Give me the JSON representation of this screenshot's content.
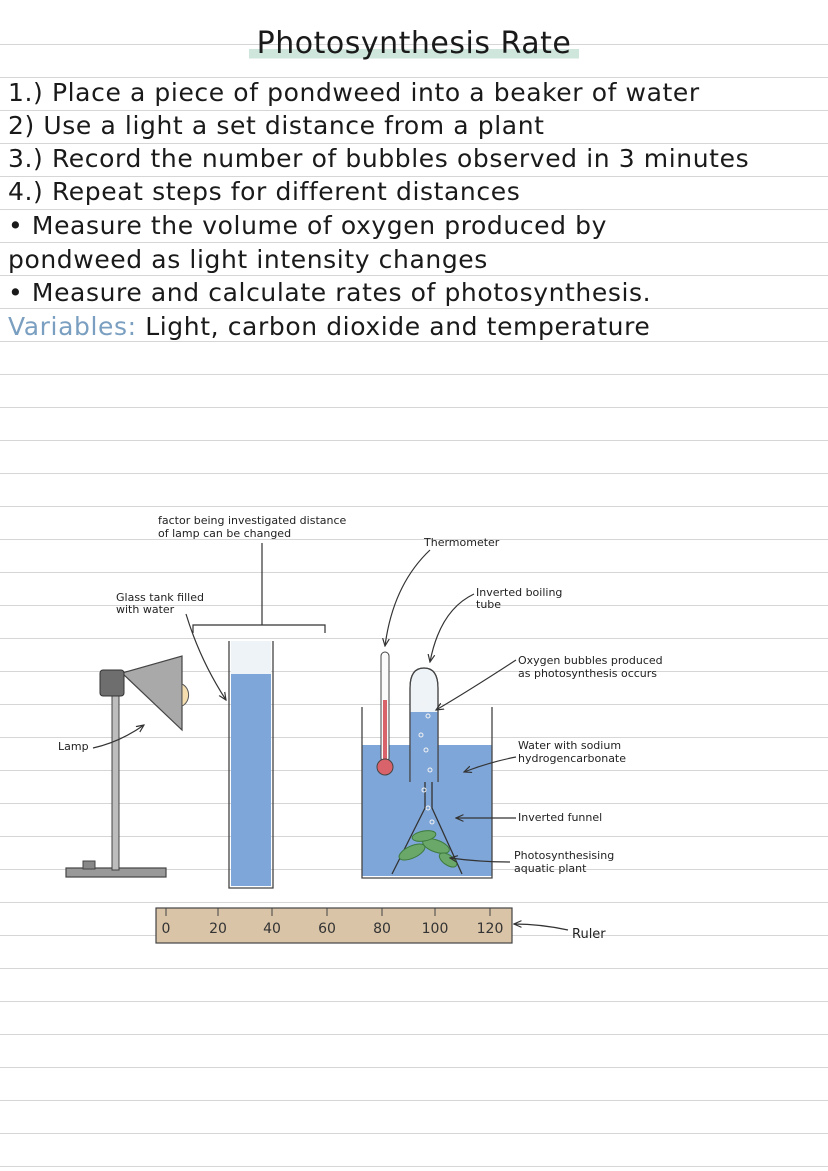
{
  "title": "Photosynthesis Rate",
  "steps": [
    "1.) Place a piece of pondweed into a beaker of water",
    "2) Use a light a set distance from a plant",
    "3.) Record the number of bubbles observed in 3 minutes",
    "4.) Repeat steps for different distances"
  ],
  "bullets": [
    "• Measure the volume of oxygen produced by",
    "pondweed as light intensity changes",
    "• Measure and calculate rates of photosynthesis."
  ],
  "variables": {
    "label": "Variables:",
    "text": "Light, carbon dioxide and temperature"
  },
  "diagram": {
    "labels": {
      "factor_line1": "factor being investigated distance",
      "factor_line2": "of lamp can be changed",
      "glass_tank_line1": "Glass tank filled",
      "glass_tank_line2": "with water",
      "lamp": "Lamp",
      "thermometer": "Thermometer",
      "inverted_tube_line1": "Inverted boiling",
      "inverted_tube_line2": "tube",
      "oxygen_line1": "Oxygen bubbles produced",
      "oxygen_line2": "as photosynthesis occurs",
      "water_line1": "Water with sodium",
      "water_line2": "hydrogencarbonate",
      "funnel": "Inverted funnel",
      "plant_line1": "Photosynthesising",
      "plant_line2": "aquatic plant",
      "ruler": "Ruler"
    },
    "ruler_ticks": [
      "0",
      "20",
      "40",
      "60",
      "80",
      "100",
      "120"
    ],
    "colors": {
      "water": "#7fa6d8",
      "ruler": "#d9c4a8",
      "lamp_shade": "#a9a9a9",
      "bulb": "#f4deb0",
      "thermometer_red": "#d9636b",
      "plant": "#6aa86a",
      "highlight": "#cfe6dd"
    }
  }
}
